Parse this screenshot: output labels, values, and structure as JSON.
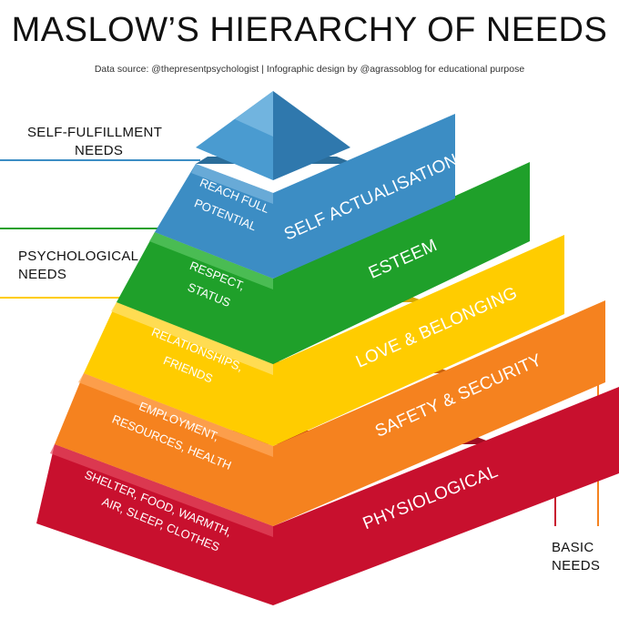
{
  "title": "MASLOW’S HIERARCHY OF NEEDS",
  "subtitle": "Data source: @thepresentpsychologist | Infographic design by @agrassoblog for educational purpose",
  "groups": {
    "self_fulfillment": [
      "SELF-FULFILLMENT",
      "NEEDS"
    ],
    "psychological": [
      "PSYCHOLOGICAL",
      "NEEDS"
    ],
    "basic": [
      "BASIC",
      "NEEDS"
    ]
  },
  "levels": [
    {
      "name": "SELF ACTUALISATION",
      "description": [
        "REACH FULL",
        "POTENTIAL"
      ],
      "color": "#3c8dc4"
    },
    {
      "name": "ESTEEM",
      "description": [
        "RESPECT,",
        "STATUS"
      ],
      "color": "#1fa02a"
    },
    {
      "name": "LOVE & BELONGING",
      "description": [
        "RELATIONSHIPS,",
        "FRIENDS"
      ],
      "color": "#ffcc00"
    },
    {
      "name": "SAFETY & SECURITY",
      "description": [
        "EMPLOYMENT,",
        "RESOURCES, HEALTH"
      ],
      "color": "#f5821f"
    },
    {
      "name": "PHYSIOLOGICAL",
      "description": [
        "SHELTER, FOOD, WARMTH,",
        "AIR, SLEEP, CLOTHES"
      ],
      "color": "#c8102e"
    }
  ],
  "colors": {
    "blue": "#3c8dc4",
    "green": "#1fa02a",
    "yellow": "#ffcc00",
    "orange": "#f5821f",
    "red": "#c8102e"
  }
}
